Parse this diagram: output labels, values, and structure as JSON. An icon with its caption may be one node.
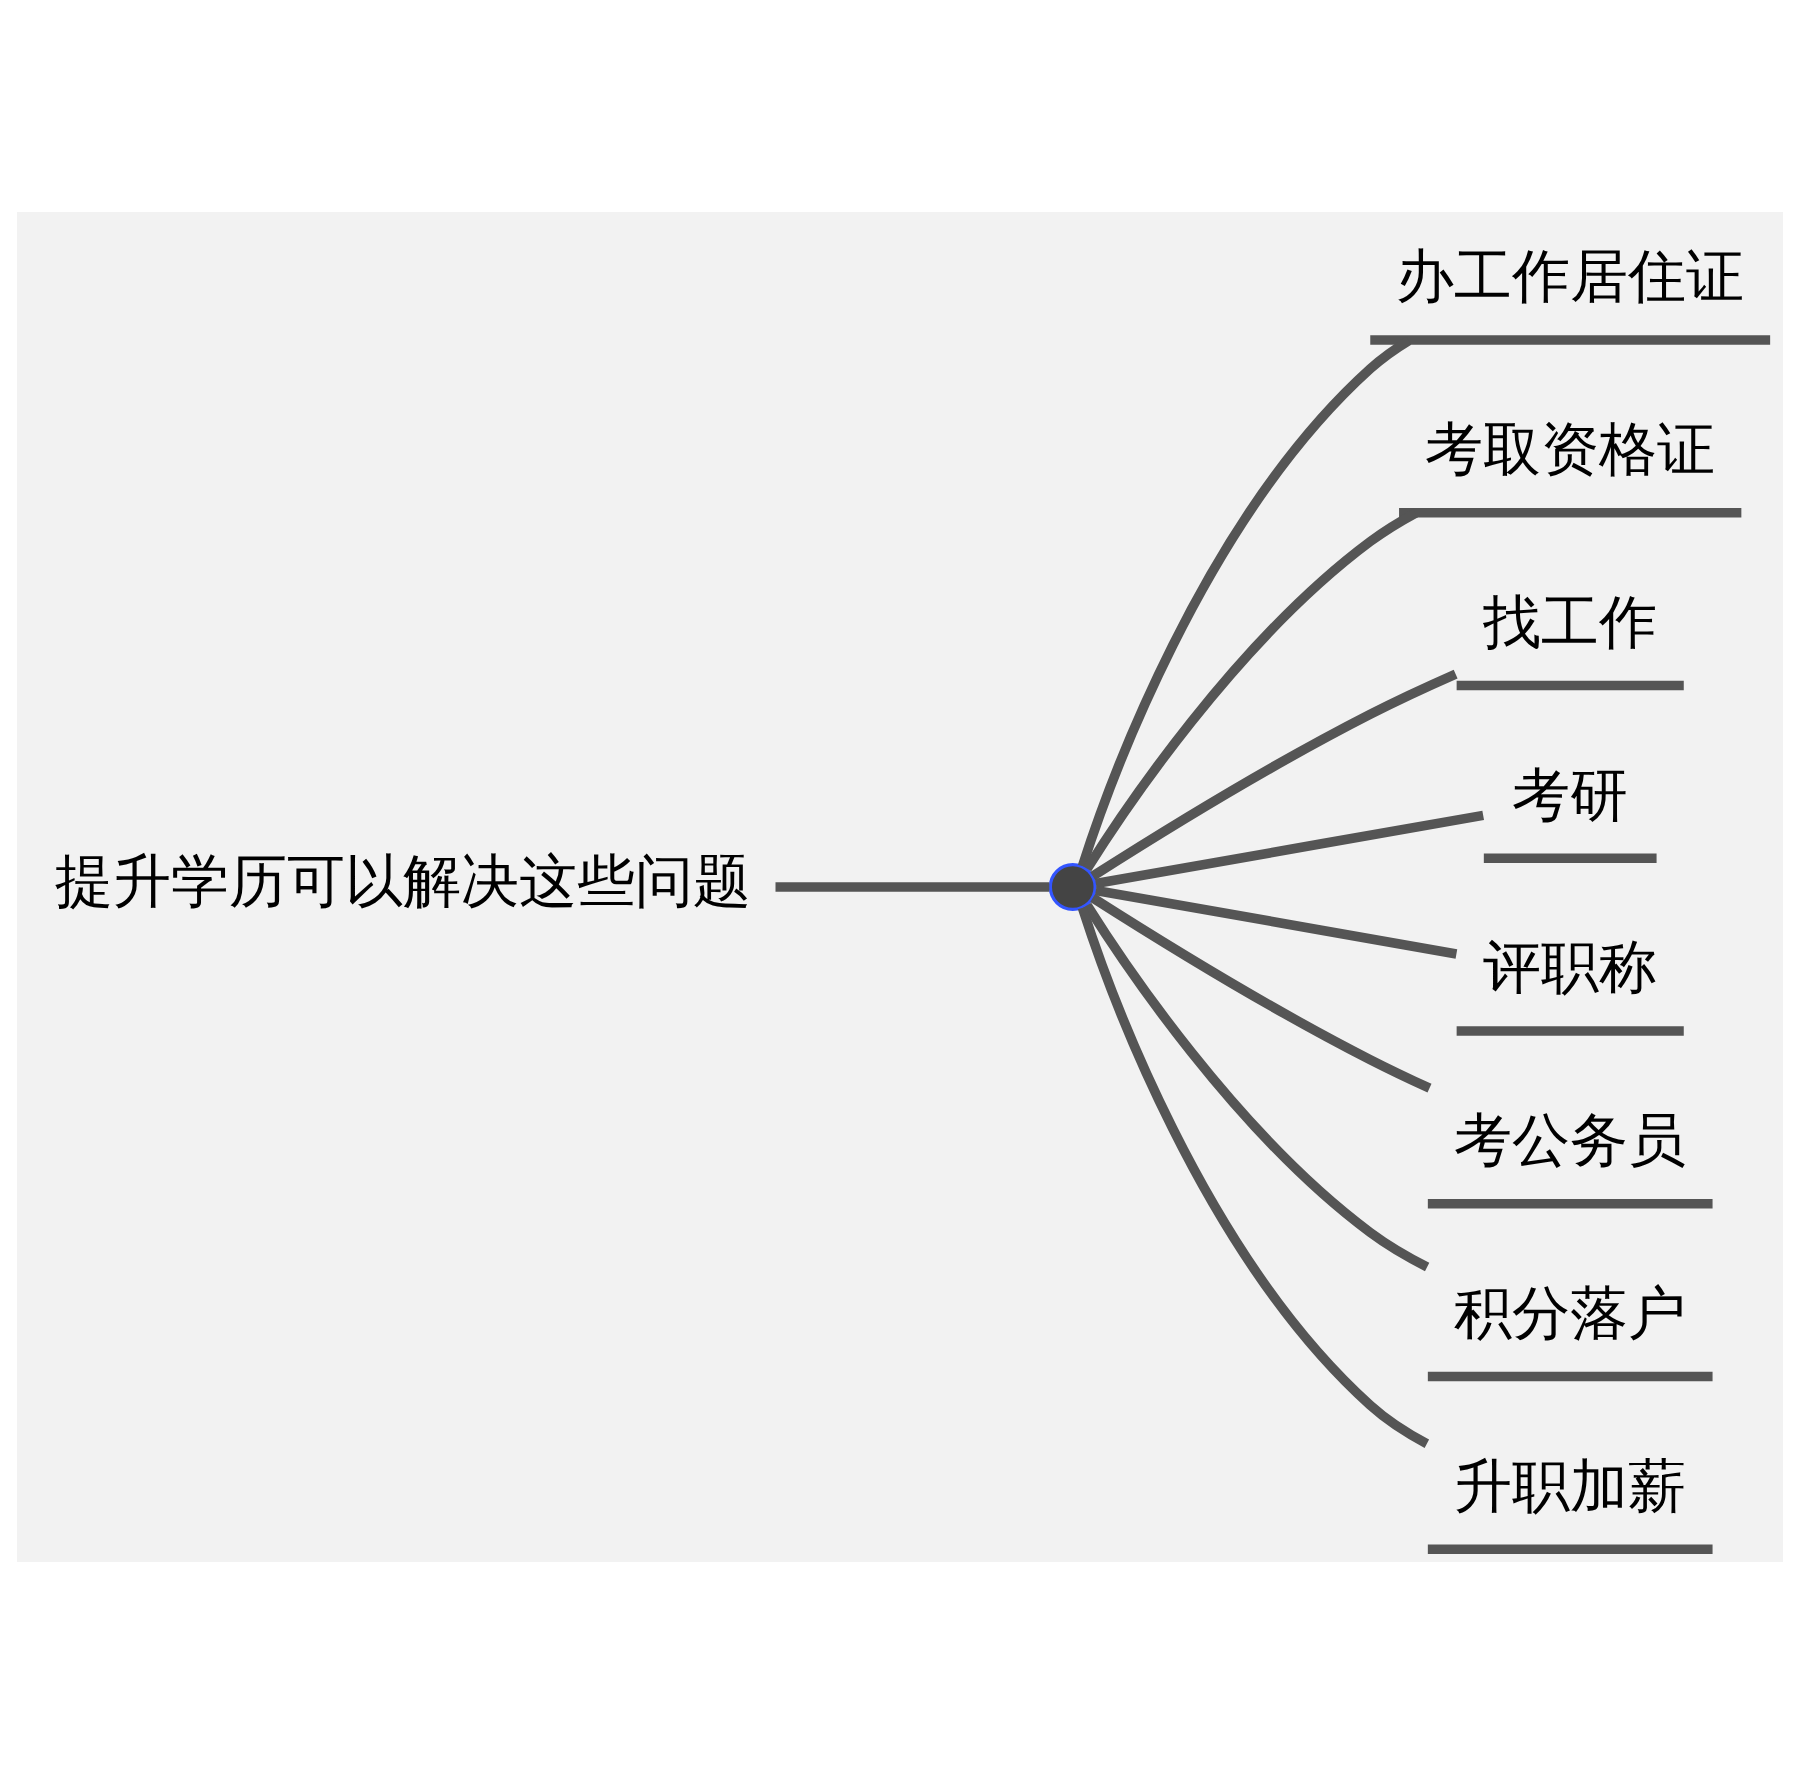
{
  "diagram": {
    "nodes": [
      {
        "text": [
          "提升学历可以解决这些问题"
        ]
      },
      {
        "text": [],
        "shape": "circle"
      },
      {
        "text": [
          "办工作居住证"
        ]
      },
      {
        "text": [
          "考取资格证"
        ]
      },
      {
        "text": [
          "找工作"
        ]
      },
      {
        "text": [
          "考研"
        ]
      },
      {
        "text": [
          "评职称"
        ]
      },
      {
        "text": [
          "考公务员"
        ]
      },
      {
        "text": [
          "积分落户"
        ]
      },
      {
        "text": [
          "升职加薪"
        ]
      }
    ],
    "edges": [
      {
        "from": 0,
        "to": 1,
        "arrow": "none"
      },
      {
        "from": 1,
        "to": 2,
        "arrow": "none"
      },
      {
        "from": 1,
        "to": 3,
        "arrow": "none"
      },
      {
        "from": 1,
        "to": 4,
        "arrow": "none"
      },
      {
        "from": 1,
        "to": 5,
        "arrow": "none"
      },
      {
        "from": 1,
        "to": 6,
        "arrow": "none"
      },
      {
        "from": 1,
        "to": 7,
        "arrow": "none"
      },
      {
        "from": 1,
        "to": 8,
        "arrow": "none"
      },
      {
        "from": 1,
        "to": 9,
        "arrow": "none"
      }
    ]
  }
}
